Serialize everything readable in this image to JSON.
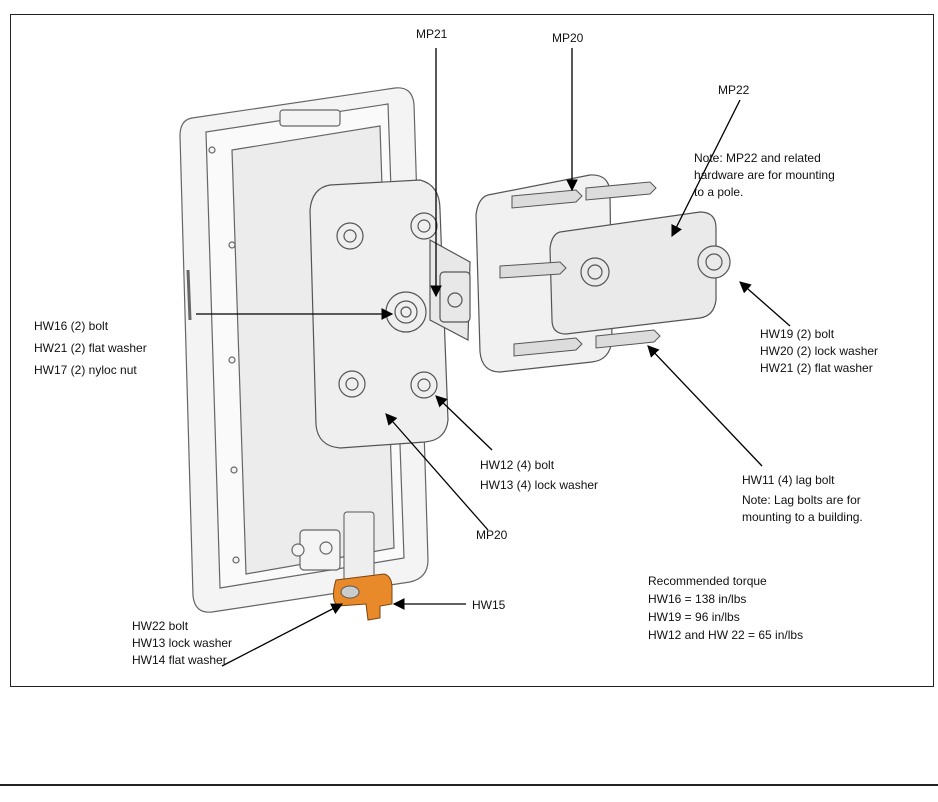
{
  "callouts": {
    "mp21": "MP21",
    "mp20_top": "MP20",
    "mp22": "MP22",
    "note_mp22": [
      "Note: MP22 and related",
      "hardware are for mounting",
      "to a pole."
    ],
    "hw16_group": [
      "HW16 (2) bolt",
      "HW21 (2) flat washer",
      "HW17 (2) nyloc nut"
    ],
    "hw19_group": [
      "HW19 (2) bolt",
      "HW20 (2) lock washer",
      "HW21 (2) flat washer"
    ],
    "hw12_group": [
      "HW12 (4) bolt",
      "HW13 (4) lock washer"
    ],
    "hw11_group": [
      "HW11 (4) lag bolt",
      "Note: Lag bolts are for",
      "mounting to a building."
    ],
    "mp20_bottom": "MP20",
    "hw15": "HW15",
    "hw22_group": [
      "HW22 bolt",
      "HW13 lock washer",
      "HW14 flat washer"
    ],
    "torque": [
      "Recommended torque",
      "HW16 = 138 in/lbs",
      "HW19 = 96 in/lbs",
      "HW12 and HW 22 = 65 in/lbs"
    ]
  },
  "colors": {
    "part_fill": "#f1f1f1",
    "part_stroke": "#555555",
    "highlight": "#e8892a",
    "leader": "#000000"
  }
}
